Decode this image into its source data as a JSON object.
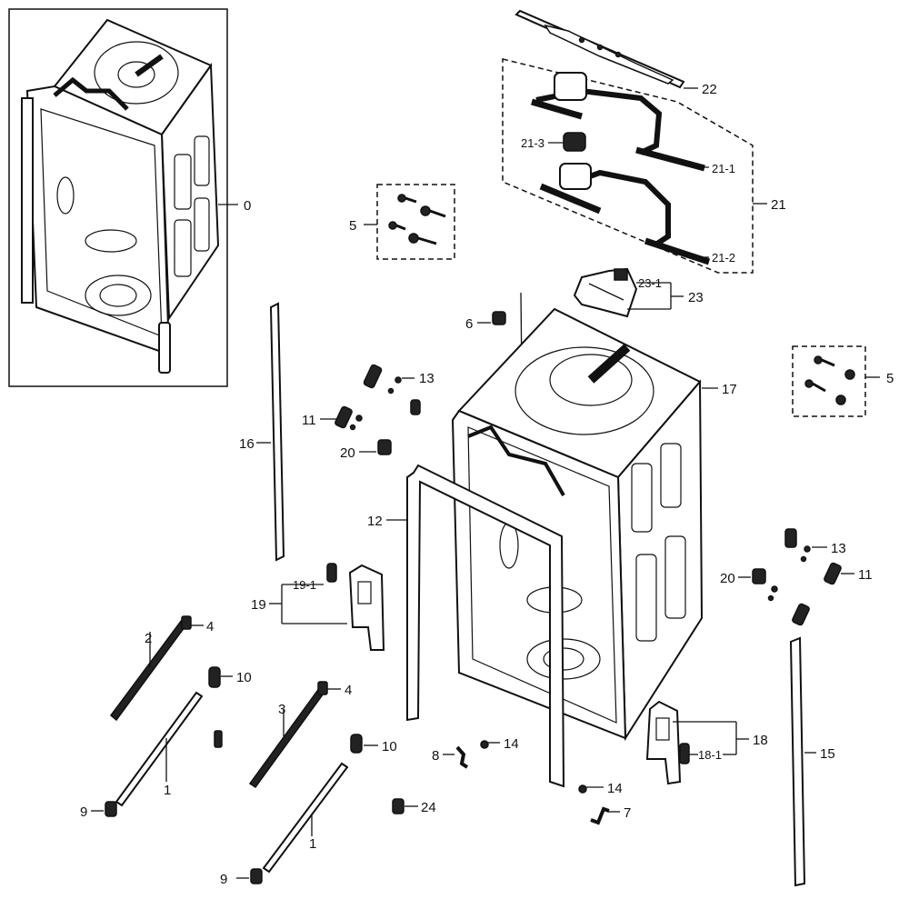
{
  "labels": {
    "l0": "0",
    "l1a": "1",
    "l1b": "1",
    "l2": "2",
    "l3": "3",
    "l4a": "4",
    "l4b": "4",
    "l5a": "5",
    "l5b": "5",
    "l6": "6",
    "l7": "7",
    "l8": "8",
    "l9a": "9",
    "l9b": "9",
    "l10a": "10",
    "l10b": "10",
    "l11a": "11",
    "l11b": "11",
    "l12": "12",
    "l13a": "13",
    "l13b": "13",
    "l14a": "14",
    "l14b": "14",
    "l15": "15",
    "l16": "16",
    "l17": "17",
    "l18": "18",
    "l18_1": "18-1",
    "l19": "19",
    "l19_1": "19-1",
    "l20a": "20",
    "l20b": "20",
    "l21": "21",
    "l21_1": "21-1",
    "l21_2": "21-2",
    "l21_3": "21-3",
    "l22": "22",
    "l23": "23",
    "l23_1": "23-1",
    "l24": "24"
  }
}
